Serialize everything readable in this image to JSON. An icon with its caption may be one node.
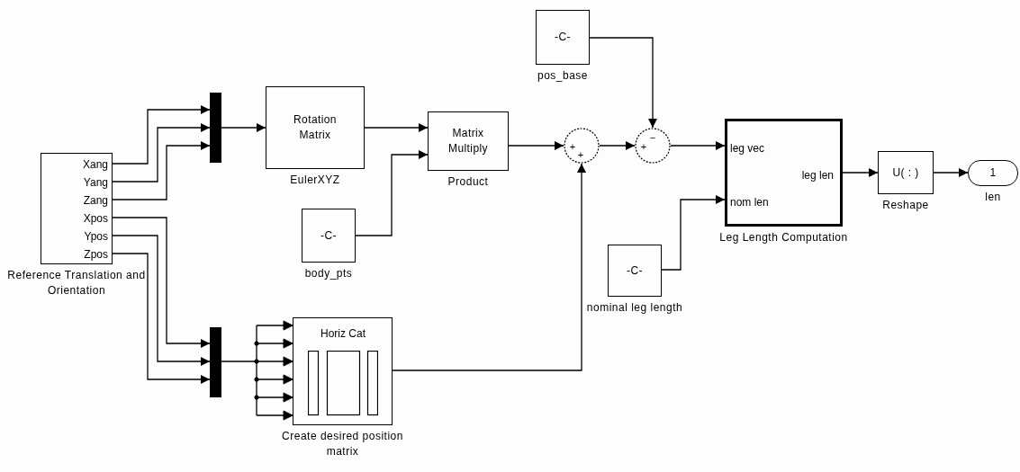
{
  "diagram": {
    "nodes": [
      {
        "text": [
          "Xang",
          "Yang",
          "Zang",
          "Xpos",
          "Ypos",
          "Zpos"
        ],
        "beside": [
          "Reference Translation and Orientation"
        ]
      },
      {
        "text": [],
        "shape": "bar"
      },
      {
        "text": [
          "Rotation Matrix"
        ],
        "beside": [
          "EulerXYZ"
        ]
      },
      {
        "text": [
          "Matrix Multiply"
        ],
        "beside": [
          "Product"
        ]
      },
      {
        "text": [
          "-C-"
        ],
        "beside": [
          "body_pts"
        ]
      },
      {
        "text": [
          "-C-"
        ],
        "beside": [
          "pos_base"
        ]
      },
      {
        "text": [
          "+",
          "+"
        ]
      },
      {
        "text": [
          "+",
          "−"
        ]
      },
      {
        "text": [
          "leg vec",
          "leg len",
          "nom len"
        ],
        "beside": [
          "Leg Length Computation"
        ]
      },
      {
        "text": [
          "-C-"
        ],
        "beside": [
          "nominal leg length"
        ]
      },
      {
        "text": [],
        "shape": "bar"
      },
      {
        "text": [
          "Horiz Cat"
        ],
        "beside": [
          "Create desired position matrix"
        ]
      },
      {
        "text": [
          "U( : )"
        ],
        "beside": [
          "Reshape"
        ]
      },
      {
        "text": [
          "1"
        ],
        "beside": [
          "len"
        ]
      }
    ],
    "edges": [
      {
        "from": 0,
        "to": 1,
        "arrow": "to"
      },
      {
        "from": 0,
        "to": 1,
        "arrow": "to"
      },
      {
        "from": 0,
        "to": 1,
        "arrow": "to"
      },
      {
        "from": 0,
        "to": 10,
        "arrow": "to"
      },
      {
        "from": 0,
        "to": 10,
        "arrow": "to"
      },
      {
        "from": 0,
        "to": 10,
        "arrow": "to"
      },
      {
        "from": 1,
        "to": 2,
        "arrow": "to"
      },
      {
        "from": 10,
        "to": 11,
        "arrow": "to"
      },
      {
        "from": 2,
        "to": 3,
        "arrow": "to"
      },
      {
        "from": 4,
        "to": 3,
        "arrow": "to"
      },
      {
        "from": 3,
        "to": 6,
        "arrow": "to"
      },
      {
        "from": 11,
        "to": 6,
        "arrow": "to"
      },
      {
        "from": 6,
        "to": 7,
        "arrow": "to"
      },
      {
        "from": 5,
        "to": 7,
        "arrow": "to"
      },
      {
        "from": 7,
        "to": 8,
        "arrow": "to"
      },
      {
        "from": 9,
        "to": 8,
        "arrow": "to"
      },
      {
        "from": 8,
        "to": 12,
        "arrow": "to"
      },
      {
        "from": 12,
        "to": 13,
        "arrow": "to"
      }
    ]
  }
}
